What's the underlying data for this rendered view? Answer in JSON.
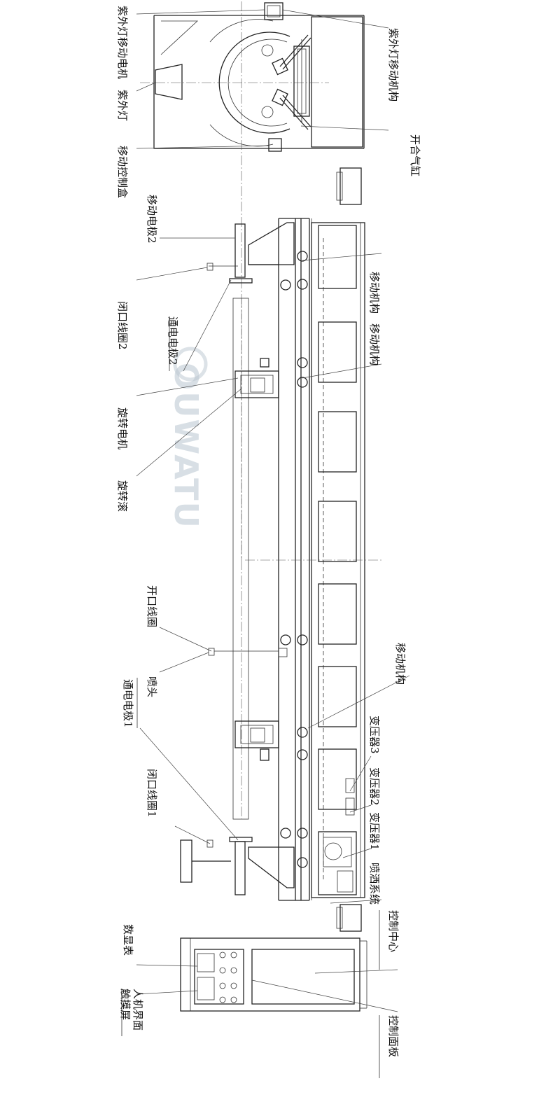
{
  "watermark": "OUWATU",
  "labels": {
    "uv_lamp_motor": "紫外灯移动电机",
    "uv_lamp": "紫外灯",
    "move_ctrl_box": "移动控制盒",
    "uv_lamp_move_mech": "紫外灯移动机构",
    "open_close_cylinder": "开合气缸",
    "move_electrode_2": "移动电极2",
    "closed_coil_2": "闭口线圈2",
    "power_electrode_2": "通电电极2",
    "rotation_motor": "旋转电机",
    "rotation_roller": "旋转滚",
    "move_mech_a": "移动机构",
    "move_mech_b": "移动机构",
    "open_coil": "开口线圈",
    "nozzle": "喷头",
    "power_electrode_1": "通电电极1",
    "closed_coil_1": "闭口线圈1",
    "move_mech_c": "移动机构",
    "transformer_3": "变压器3",
    "transformer_2": "变压器2",
    "transformer_1": "变压器1",
    "spray_system": "喷洒系统",
    "control_center": "控制中心",
    "digital_display": "数显表",
    "hmi_line1": "人机界面",
    "hmi_line2": "触摸屏",
    "control_panel": "控制面板"
  }
}
